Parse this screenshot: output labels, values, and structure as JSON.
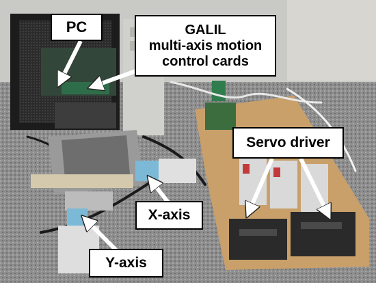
{
  "labels": {
    "pc": "PC",
    "galil_line1": "GALIL",
    "galil_line2": "multi-axis motion",
    "galil_line3": "control cards",
    "servo_driver": "Servo driver",
    "x_axis": "X-axis",
    "y_axis": "Y-axis"
  },
  "colors": {
    "label_background": "#ffffff",
    "label_text": "#000000",
    "arrow": "#ffffff"
  }
}
